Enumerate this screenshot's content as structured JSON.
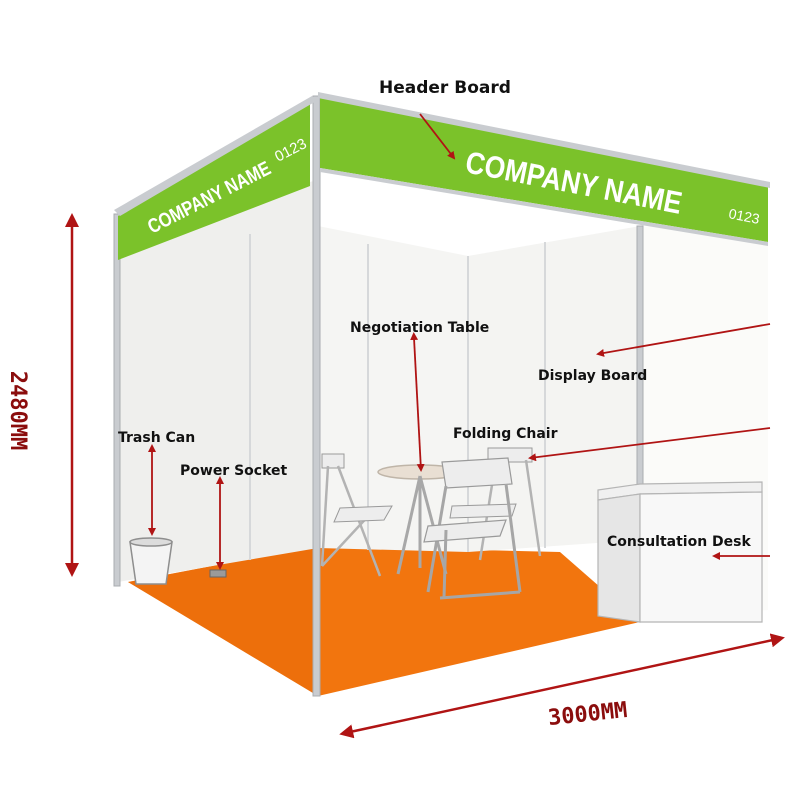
{
  "booth": {
    "header_company": "COMPANY NAME",
    "header_number": "0123",
    "side_company": "COMPANY NAME",
    "side_number": "0123"
  },
  "labels": {
    "header_board": "Header Board",
    "negotiation_table": "Negotiation Table",
    "display_board": "Display Board",
    "folding_chair": "Folding Chair",
    "trash_can": "Trash Can",
    "power_socket": "Power Socket",
    "consultation_desk": "Consultation Desk"
  },
  "dimensions": {
    "height": "2480MM",
    "width": "3000MM"
  },
  "colors": {
    "header_green": "#7bc22a",
    "carpet_orange": "#f2750e",
    "arrow_red": "#b01414",
    "wall_white": "#f3f3f1",
    "frame_silver": "#c9ccd0"
  }
}
